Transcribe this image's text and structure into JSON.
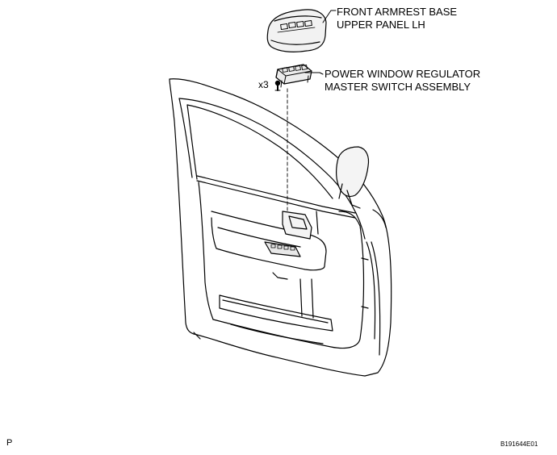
{
  "callouts": {
    "armrest": {
      "line1": "FRONT ARMREST BASE",
      "line2": "UPPER PANEL LH"
    },
    "switch": {
      "line1": "POWER WINDOW REGULATOR",
      "line2": "MASTER SWITCH ASSEMBLY"
    }
  },
  "screw_quantity": "x3",
  "corner_label": "P",
  "figure_id": "B191644E01"
}
